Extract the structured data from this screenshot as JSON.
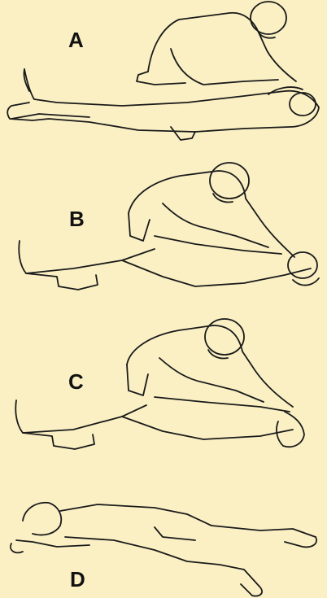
{
  "panels": [
    {
      "label": "A"
    },
    {
      "label": "B"
    },
    {
      "label": "C"
    },
    {
      "label": "D"
    }
  ],
  "colors": {
    "background": "#FAF0C4",
    "ink": "#1a1a1a"
  }
}
